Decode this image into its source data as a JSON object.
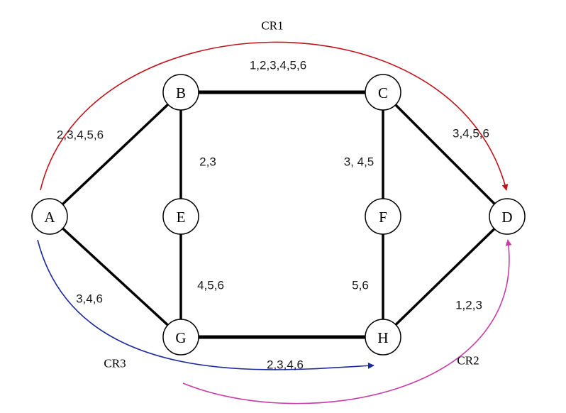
{
  "nodes": [
    {
      "id": "A",
      "label": "A"
    },
    {
      "id": "B",
      "label": "B"
    },
    {
      "id": "C",
      "label": "C"
    },
    {
      "id": "D",
      "label": "D"
    },
    {
      "id": "E",
      "label": "E"
    },
    {
      "id": "F",
      "label": "F"
    },
    {
      "id": "G",
      "label": "G"
    },
    {
      "id": "H",
      "label": "H"
    }
  ],
  "edges": [
    {
      "id": "A-B",
      "from": "A",
      "to": "B",
      "label": "2,3,4,5,6"
    },
    {
      "id": "B-C",
      "from": "B",
      "to": "C",
      "label": "1,2,3,4,5,6"
    },
    {
      "id": "C-D",
      "from": "C",
      "to": "D",
      "label": "3,4,5,6"
    },
    {
      "id": "B-E",
      "from": "B",
      "to": "E",
      "label": "2,3"
    },
    {
      "id": "C-F",
      "from": "C",
      "to": "F",
      "label": "3, 4,5"
    },
    {
      "id": "E-G",
      "from": "E",
      "to": "G",
      "label": "4,5,6"
    },
    {
      "id": "F-H",
      "from": "F",
      "to": "H",
      "label": "5,6"
    },
    {
      "id": "A-G",
      "from": "A",
      "to": "G",
      "label": "3,4,6"
    },
    {
      "id": "G-H",
      "from": "G",
      "to": "H",
      "label": "2,3,4,6"
    },
    {
      "id": "H-D",
      "from": "H",
      "to": "D",
      "label": "1,2,3"
    }
  ],
  "routes": [
    {
      "id": "CR1",
      "label": "CR1",
      "color": "#c0141c"
    },
    {
      "id": "CR2",
      "label": "CR2",
      "color": "#c83ca8"
    },
    {
      "id": "CR3",
      "label": "CR3",
      "color": "#1c2a9c"
    }
  ]
}
